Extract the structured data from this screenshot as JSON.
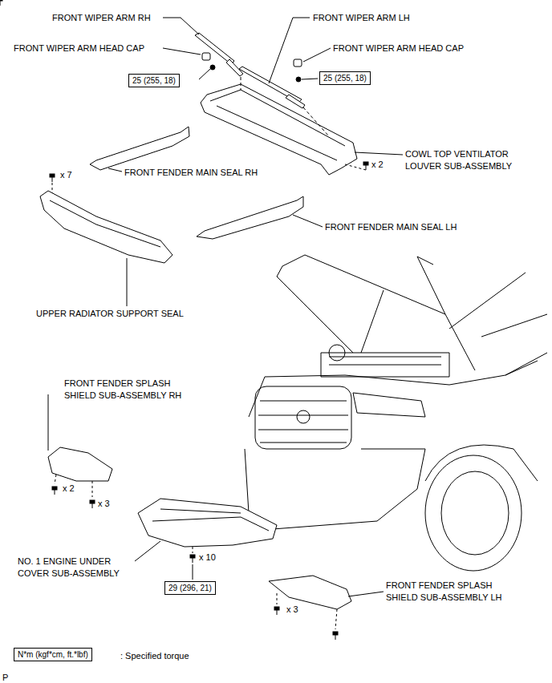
{
  "diagram": {
    "nodes": [
      {
        "text": [
          "25 (255, 18)"
        ]
      },
      {
        "text": [
          "25 (255, 18)"
        ]
      },
      {
        "text": [
          "29 (296, 21)"
        ]
      },
      {
        "text": [
          "N*m (kgf*cm, ft.*lbf)"
        ]
      }
    ],
    "labels": [
      "FRONT WIPER ARM RH",
      "FRONT WIPER ARM LH",
      "FRONT WIPER ARM HEAD CAP",
      "FRONT WIPER ARM HEAD CAP",
      "COWL TOP VENTILATOR LOUVER SUB-ASSEMBLY",
      "x 2",
      "x 7",
      "FRONT FENDER MAIN SEAL RH",
      "FRONT FENDER MAIN SEAL LH",
      "UPPER RADIATOR SUPPORT SEAL",
      "FRONT FENDER SPLASH SHIELD SUB-ASSEMBLY RH",
      "x 2",
      "x 3",
      "NO. 1 ENGINE UNDER COVER SUB-ASSEMBLY",
      "x 10",
      "FRONT FENDER SPLASH SHIELD SUB-ASSEMBLY LH",
      "x 3",
      ": Specified torque",
      "P"
    ]
  }
}
